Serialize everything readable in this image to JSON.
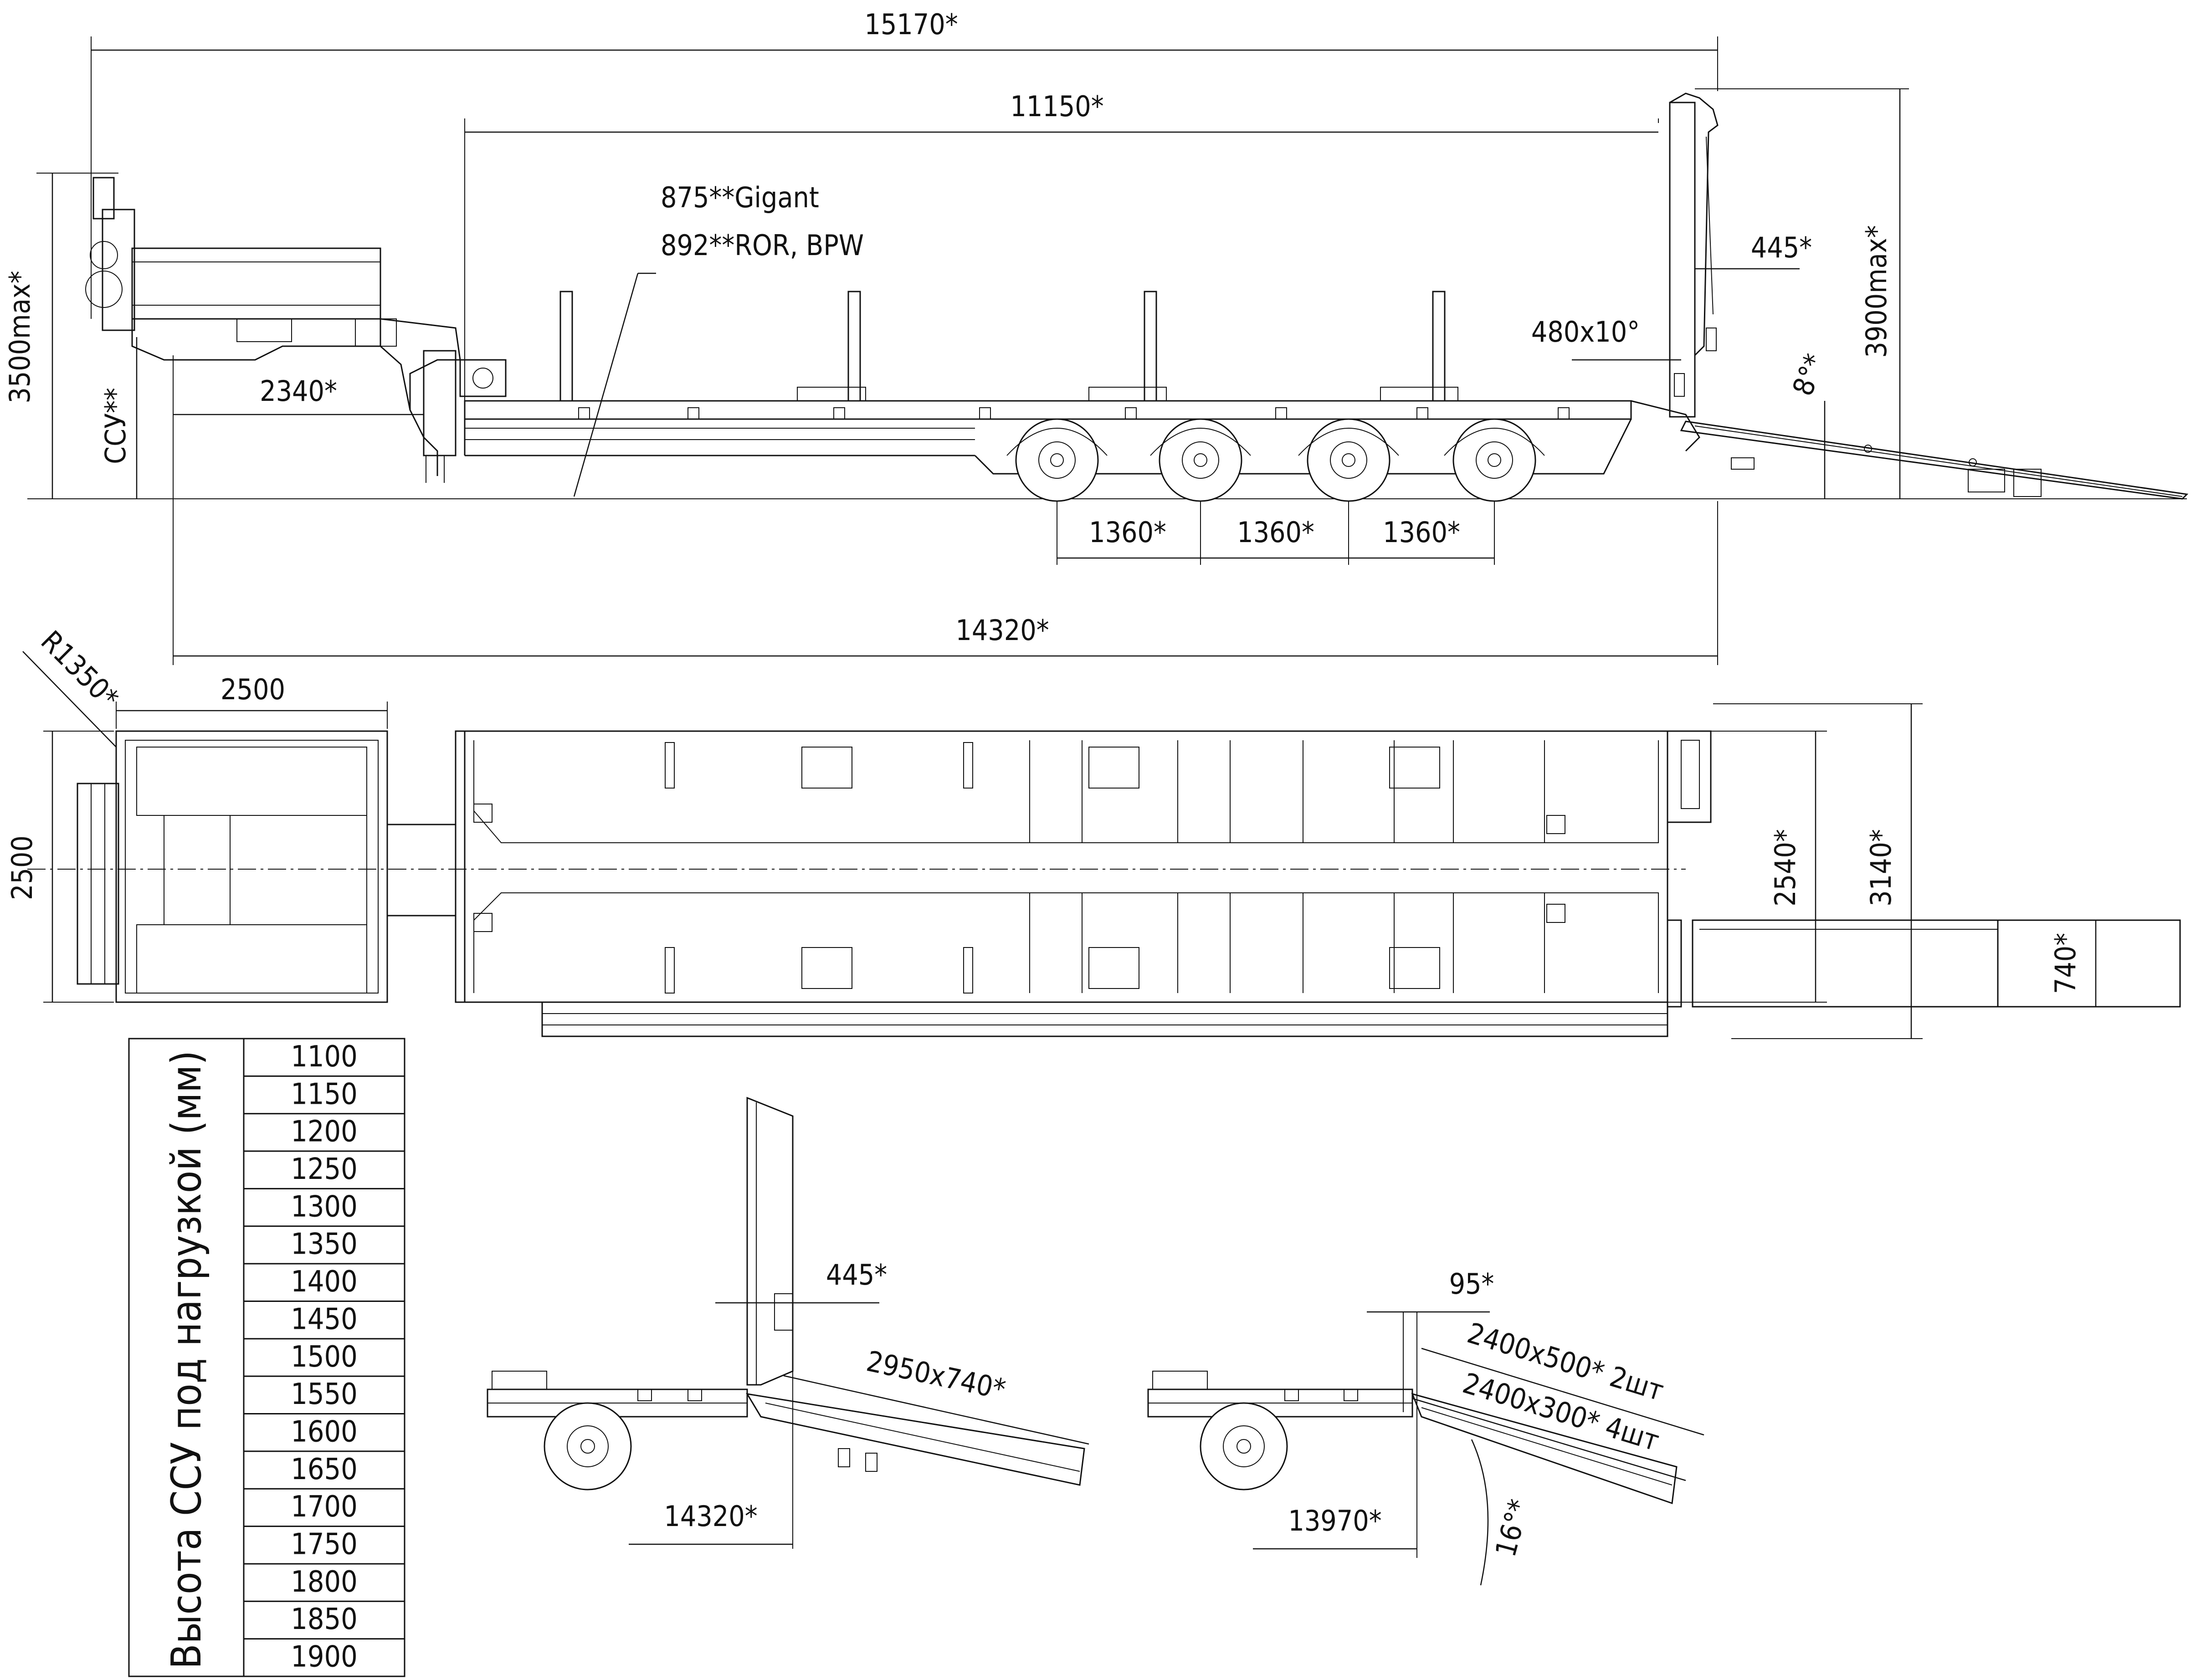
{
  "side_view": {
    "dims": {
      "overall_length": "15170*",
      "deck_length": "11150*",
      "kingpin_offset": "2340*",
      "axle_spacing_1": "1360*",
      "axle_spacing_2": "1360*",
      "axle_spacing_3": "1360*",
      "kingpin_to_rear": "14320*",
      "height_front": "3500max*",
      "ssu_height": "ССУ**",
      "height_rear": "3900max*",
      "ramp_offset": "445*",
      "ramp_angle": "8°*",
      "deck_height_gigant": "875**Gigant",
      "deck_height_ror_bpw": "892**ROR, BPW",
      "ramp_section": "480x10°"
    }
  },
  "plan_view": {
    "dims": {
      "turning_radius": "R1350*",
      "gooseneck_length": "2500",
      "gooseneck_width": "2500",
      "ramp_width_rear": "2540*",
      "overall_width": "3140*",
      "ramp_plate_width": "740*"
    }
  },
  "detail_left": {
    "dims": {
      "ramp_offset": "445*",
      "ramp_size": "2950x740*",
      "length": "14320*"
    }
  },
  "detail_right": {
    "dims": {
      "offset": "95*",
      "ramp_a": "2400x500* 2шт",
      "ramp_b": "2400x300* 4шт",
      "length": "13970*",
      "angle": "16°*"
    }
  },
  "height_table": {
    "header": "Высота ССУ под нагрузкой (мм)",
    "values": [
      "1100",
      "1150",
      "1200",
      "1250",
      "1300",
      "1350",
      "1400",
      "1450",
      "1500",
      "1550",
      "1600",
      "1650",
      "1700",
      "1750",
      "1800",
      "1850",
      "1900"
    ]
  }
}
